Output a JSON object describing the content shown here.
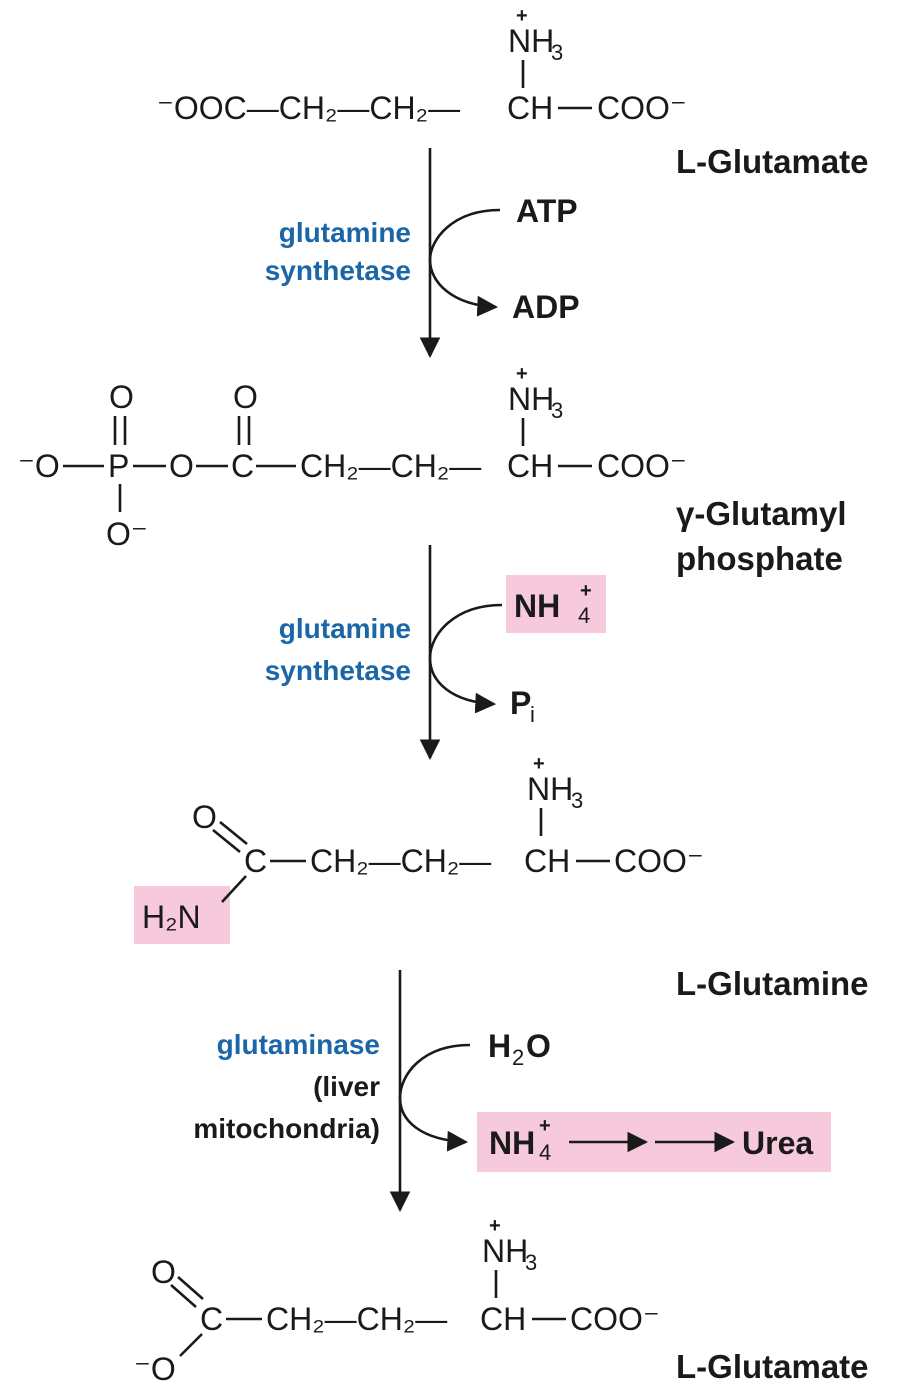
{
  "compounds": {
    "glutamate_top": {
      "name": "L-Glutamate",
      "formula_left": "⁻OOC—CH₂—CH₂—",
      "alpha_ch": "CH",
      "carboxylate": "COO⁻",
      "amino": "NH",
      "amino_sub": "3",
      "charge": "+"
    },
    "gamma_glutamyl_phosphate": {
      "name_line1": "γ-Glutamyl",
      "name_line2": "phosphate",
      "phosphate_o_neg": "⁻O",
      "p": "P",
      "bridge_o": "O",
      "carbonyl_c": "C",
      "oxo_1": "O",
      "oxo_2": "O",
      "o_minus_bottom": "O⁻",
      "chain": "CH₂—CH₂—",
      "alpha_ch": "CH",
      "carboxylate": "COO⁻",
      "amino": "NH",
      "amino_sub": "3",
      "charge": "+"
    },
    "glutamine": {
      "name": "L-Glutamine",
      "oxo": "O",
      "amide_c": "C",
      "amide_n": "H₂N",
      "chain": "CH₂—CH₂—",
      "alpha_ch": "CH",
      "carboxylate": "COO⁻",
      "amino": "NH",
      "amino_sub": "3",
      "charge": "+"
    },
    "glutamate_bottom": {
      "name": "L-Glutamate",
      "oxo": "O",
      "carboxyl_c": "C",
      "o_minus": "⁻O",
      "chain": "CH₂—CH₂—",
      "alpha_ch": "CH",
      "carboxylate": "COO⁻",
      "amino": "NH",
      "amino_sub": "3",
      "charge": "+"
    }
  },
  "steps": [
    {
      "enzyme_line1": "glutamine",
      "enzyme_line2": "synthetase",
      "input": "ATP",
      "output": "ADP"
    },
    {
      "enzyme_line1": "glutamine",
      "enzyme_line2": "synthetase",
      "input": "NH",
      "input_sub": "4",
      "input_sup": "+",
      "output": "P",
      "output_sub": "i"
    },
    {
      "enzyme_line1": "glutaminase",
      "enzyme_line2": "(liver",
      "enzyme_line3": "mitochondria)",
      "input": "H",
      "input_sub": "2",
      "input_tail": "O",
      "output": "NH",
      "output_sub": "4",
      "output_sup": "+",
      "final_product": "Urea"
    }
  ],
  "colors": {
    "enzyme_text": "#1a66a8",
    "highlight": "#f7c9dc",
    "ink": "#1a1a1a"
  }
}
